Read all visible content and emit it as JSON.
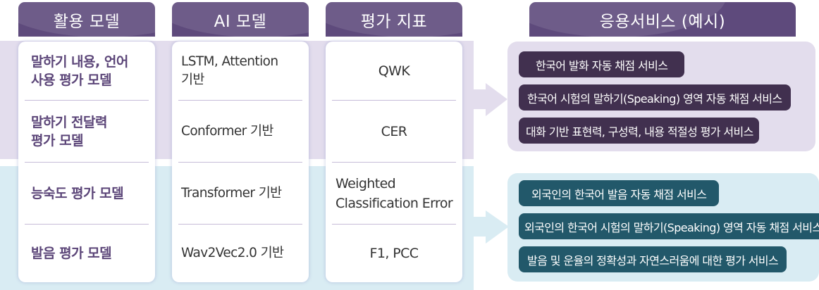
{
  "headers": {
    "model": "활용 모델",
    "ai": "AI 모델",
    "metric": "평가 지표",
    "service": "응용서비스 (예시)"
  },
  "rows": [
    {
      "model": [
        "말하기 내용, 언어",
        "사용 평가 모델"
      ],
      "ai": [
        "LSTM, Attention",
        "기반"
      ],
      "metric": [
        "QWK"
      ]
    },
    {
      "model": [
        "말하기 전달력",
        "평가 모델"
      ],
      "ai": [
        "Conformer 기반"
      ],
      "metric": [
        "CER"
      ]
    },
    {
      "model": [
        "능숙도 평가 모델"
      ],
      "ai": [
        "Transformer 기반"
      ],
      "metric": [
        "Weighted",
        "Classification Error"
      ]
    },
    {
      "model": [
        "발음 평가 모델"
      ],
      "ai": [
        "Wav2Vec2.0 기반"
      ],
      "metric": [
        "F1, PCC"
      ]
    }
  ],
  "services": {
    "group_speaking": [
      "한국어 발화 자동 채점 서비스",
      "한국어 시험의 말하기(Speaking) 영역 자동 채점 서비스",
      "대화 기반 표현력, 구성력, 내용 적절성 평가 서비스"
    ],
    "group_pronunciation": [
      "외국인의 한국어 발음 자동 채점 서비스",
      "외국인의 한국어 시험의 말하기(Speaking) 영역 자동 채점 서비스",
      "발음 및 운율의 정확성과 자연스러움에 대한 평가 서비스"
    ]
  },
  "colors": {
    "header": "#5e4a7c",
    "band_purple": "#e3dded",
    "band_blue": "#d9ecf3",
    "pill_purple": "#41304f",
    "pill_blue": "#22586a",
    "model_text": "#5b4578"
  }
}
